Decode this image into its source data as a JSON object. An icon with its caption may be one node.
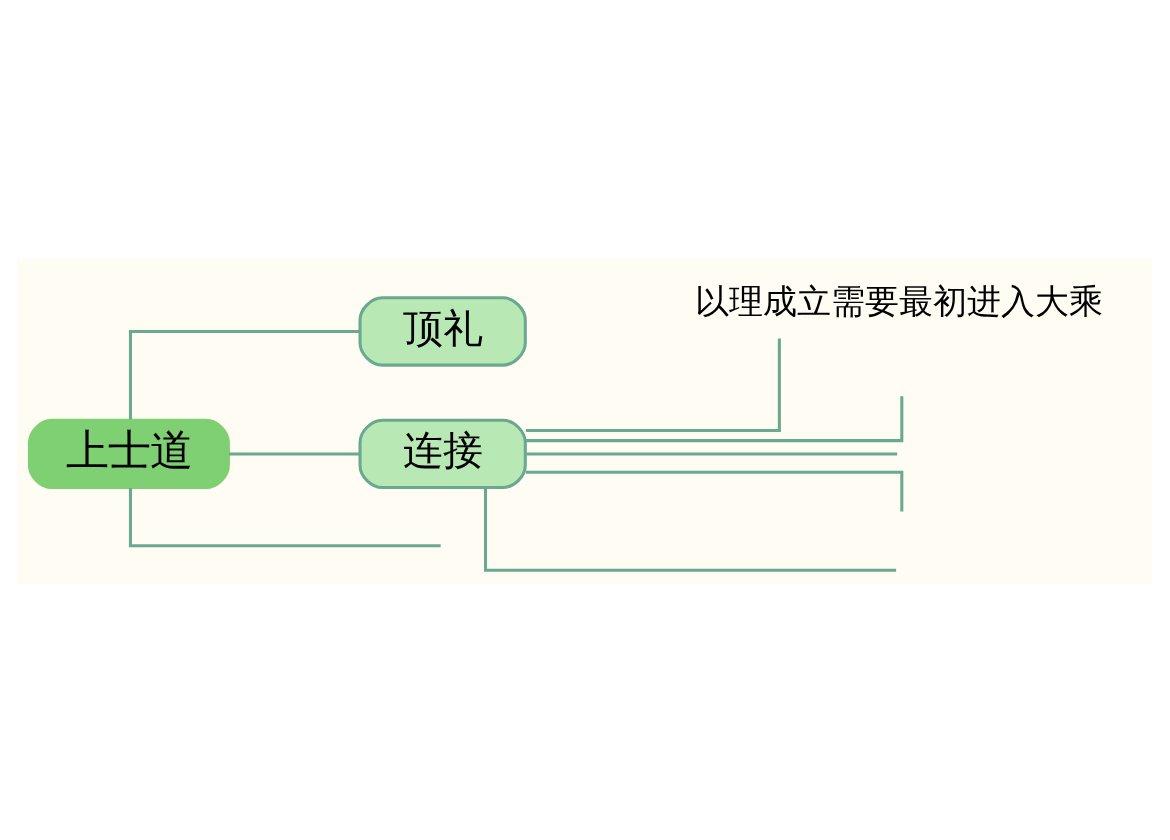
{
  "diagram": {
    "nodes": [
      {
        "text": [
          "上士道"
        ]
      },
      {
        "text": [
          "顶礼"
        ]
      },
      {
        "text": [
          "连接"
        ]
      },
      {
        "text": [
          "以理成立需要最初进入大乘"
        ]
      }
    ],
    "edges": [
      {
        "from": 0,
        "to": 1,
        "arrow": "none"
      },
      {
        "from": 0,
        "to": 2,
        "arrow": "none"
      },
      {
        "from": 0,
        "to": null,
        "arrow": "none"
      },
      {
        "from": 2,
        "to": 3,
        "arrow": "none"
      },
      {
        "from": 2,
        "to": null,
        "arrow": "none"
      },
      {
        "from": 2,
        "to": null,
        "arrow": "none"
      },
      {
        "from": 2,
        "to": null,
        "arrow": "none"
      },
      {
        "from": 2,
        "to": null,
        "arrow": "none"
      }
    ]
  }
}
